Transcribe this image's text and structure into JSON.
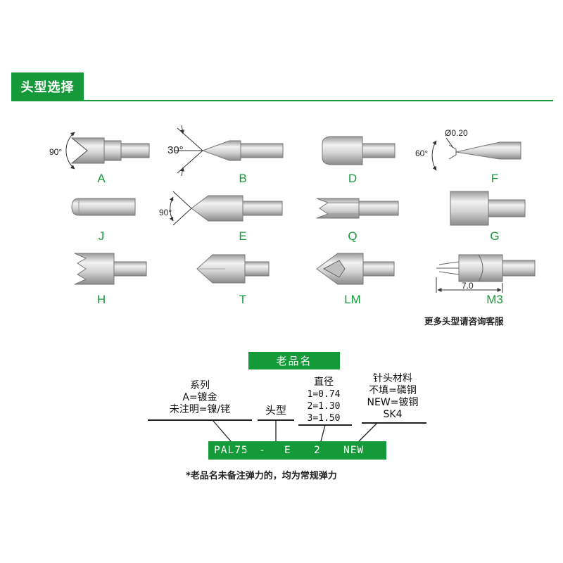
{
  "header": {
    "title": "头型选择"
  },
  "tips": [
    {
      "code": "A"
    },
    {
      "code": "B"
    },
    {
      "code": "D"
    },
    {
      "code": "F"
    },
    {
      "code": "J"
    },
    {
      "code": "E"
    },
    {
      "code": "Q"
    },
    {
      "code": "G"
    },
    {
      "code": "H"
    },
    {
      "code": "T"
    },
    {
      "code": "LM"
    },
    {
      "code": "M3"
    }
  ],
  "annotations": {
    "a_angle": "90°",
    "b_angle": "30°",
    "e_angle": "90°",
    "f_angle": "60°",
    "f_diameter": "Ø0.20",
    "m3_length": "7.0"
  },
  "more_note": "更多头型请咨询客服",
  "old_name": {
    "title": "老品名",
    "series": {
      "title": "系列",
      "line1": "A=镀金",
      "line2": "未注明=镍/铑"
    },
    "tip_type": {
      "title": "头型"
    },
    "diameter": {
      "title": "直径",
      "line1": "1=0.74",
      "line2": "2=1.30",
      "line3": "3=1.50"
    },
    "material": {
      "title": "针头材料",
      "line1": "不填=磷铜",
      "line2": "NEW=铍铜",
      "line3": "SK4"
    },
    "code": {
      "part1": "PAL75",
      "dash": "-",
      "part2": "E",
      "part3": "2",
      "part4": "NEW"
    },
    "footnote": "*老品名未备注弹力的，均为常规弹力"
  },
  "colors": {
    "brand_green": "#159a3a",
    "metal_light": "#e6e6e6",
    "metal_dark": "#8f8f8f"
  }
}
